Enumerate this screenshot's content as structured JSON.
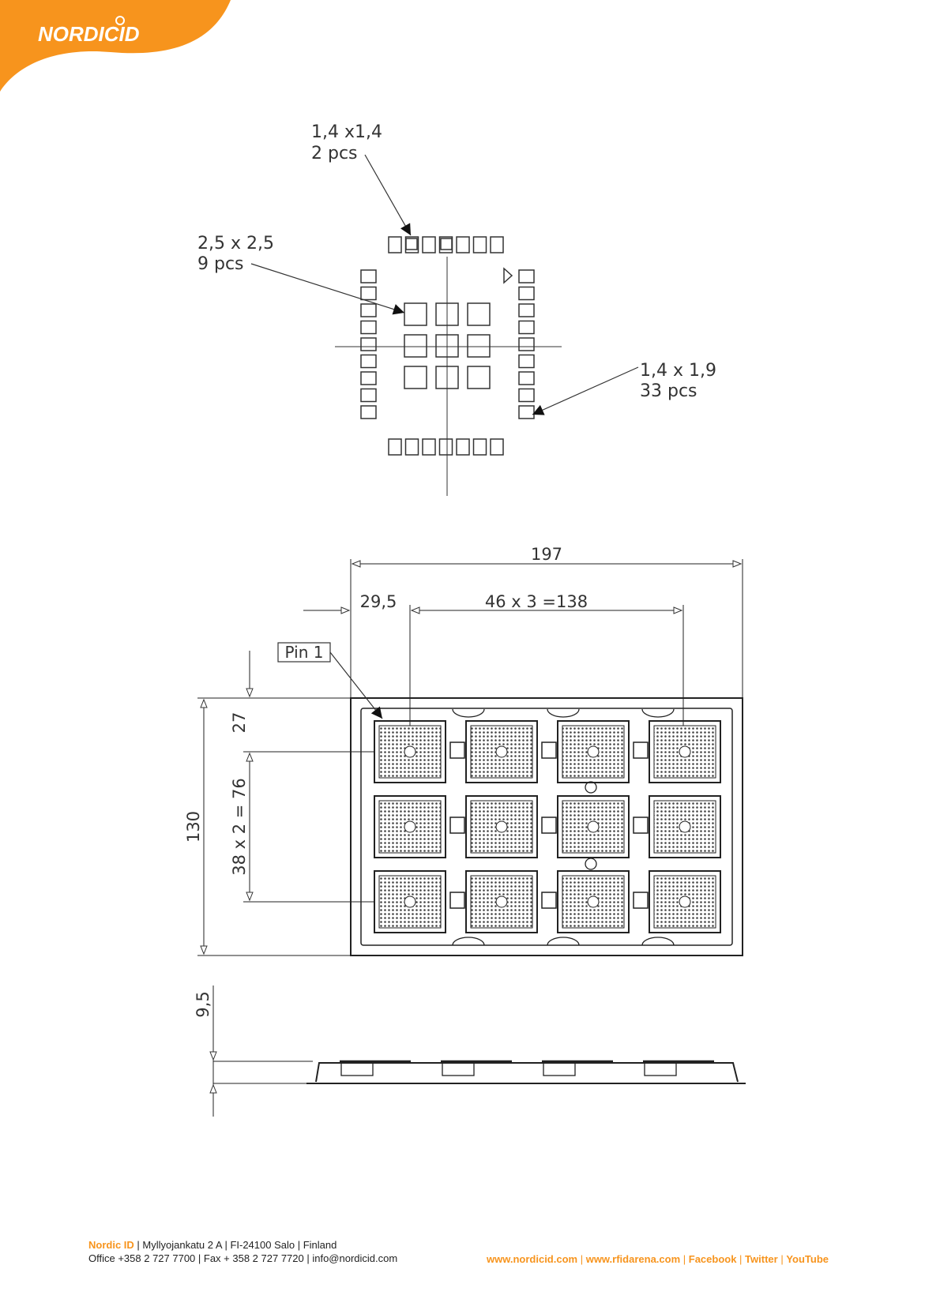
{
  "brand": {
    "logo_text": "NORDICID",
    "accent_color": "#F7941D",
    "logo_icon": "nordicid-swirl-icon"
  },
  "footprint": {
    "callout_small_pad": {
      "size": "1,4 x1,4",
      "count": "2 pcs"
    },
    "callout_center_pad": {
      "size": "2,5 x 2,5",
      "count": "9 pcs"
    },
    "callout_side_pad": {
      "size": "1,4 x 1,9",
      "count": "33 pcs"
    }
  },
  "tray": {
    "dim_width": "197",
    "dim_first_offset": "29,5",
    "dim_pitch_x": "46 x 3 =138",
    "pin_label": "Pin 1",
    "dim_height": "130",
    "dim_first_row": "27",
    "dim_pitch_y": "38 x 2 = 76",
    "dim_thickness": "9,5"
  },
  "footer": {
    "company": "Nordic ID",
    "address": " | Myllyojankatu 2 A | FI-24100 Salo | Finland",
    "contacts": "Office +358 2 727 7700 | Fax + 358 2 727 7720 | info@nordicid.com",
    "links": [
      "www.nordicid.com",
      "www.rfidarena.com",
      "Facebook",
      "Twitter",
      "YouTube"
    ]
  }
}
